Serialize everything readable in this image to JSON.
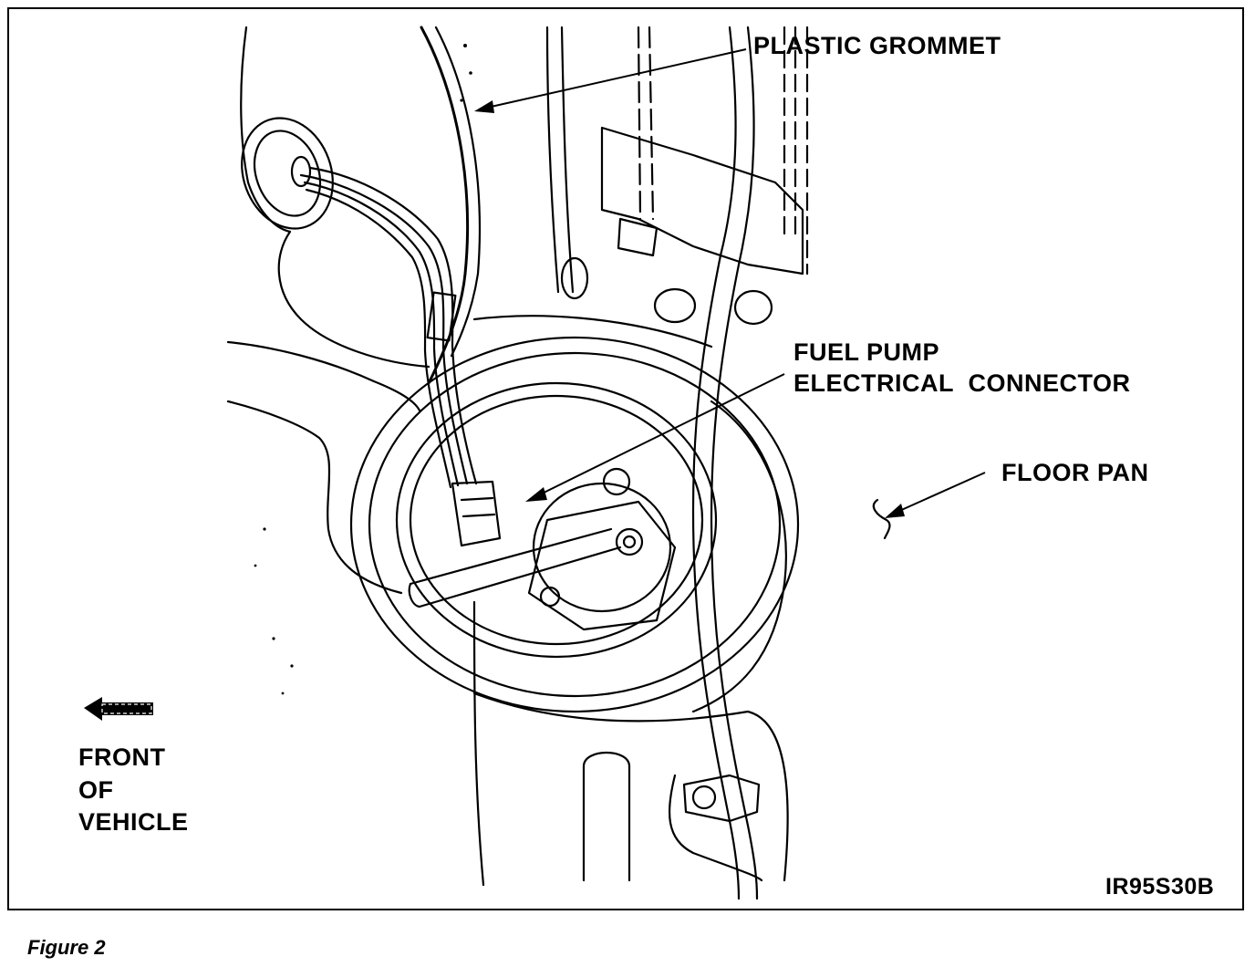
{
  "labels": {
    "plastic_grommet": "PLASTIC GROMMET",
    "fuel_pump_connector": [
      "FUEL PUMP",
      "ELECTRICAL  CONNECTOR"
    ],
    "floor_pan": "FLOOR PAN",
    "front_of_vehicle": [
      "FRONT",
      "OF",
      "VEHICLE"
    ],
    "figure_id": "IR95S30B"
  },
  "caption": "Figure 2",
  "colors": {
    "ink": "#000000",
    "paper": "#ffffff"
  },
  "icons": {
    "direction": "arrow-left-icon"
  }
}
